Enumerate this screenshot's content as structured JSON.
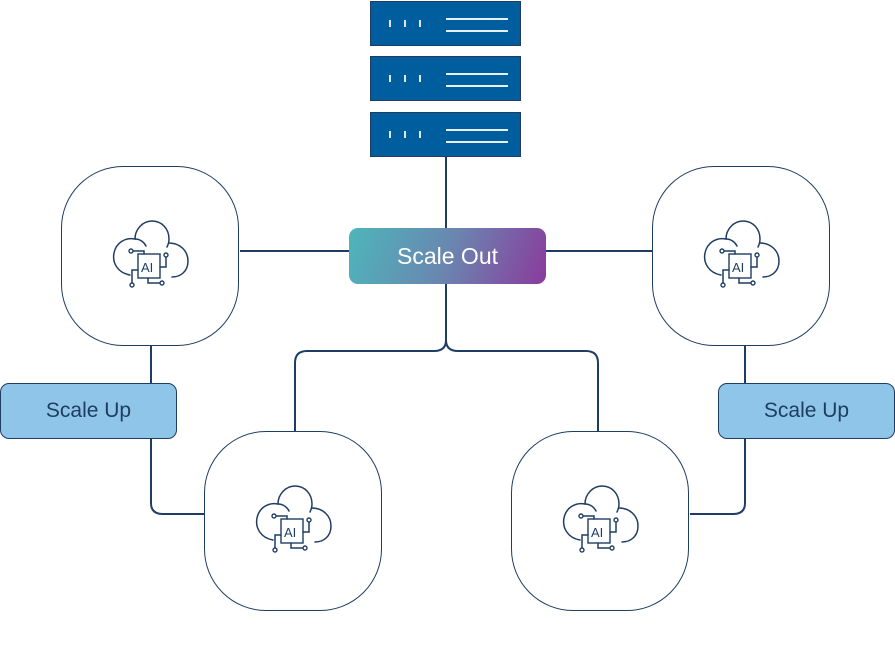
{
  "diagram": {
    "title": "",
    "servers": [
      {
        "name": "server-1",
        "indicator_count": 3,
        "line_count": 2
      },
      {
        "name": "server-2",
        "indicator_count": 3,
        "line_count": 2
      },
      {
        "name": "server-3",
        "indicator_count": 3,
        "line_count": 2
      }
    ],
    "scale_out": {
      "label": "Scale Out"
    },
    "scale_up": [
      {
        "label": "Scale Up",
        "side": "left"
      },
      {
        "label": "Scale Up",
        "side": "right"
      }
    ],
    "nodes": [
      {
        "id": "top-left",
        "icon": "cloud-ai-icon",
        "icon_text": "AI"
      },
      {
        "id": "top-right",
        "icon": "cloud-ai-icon",
        "icon_text": "AI"
      },
      {
        "id": "bottom-left",
        "icon": "cloud-ai-icon",
        "icon_text": "AI"
      },
      {
        "id": "bottom-right",
        "icon": "cloud-ai-icon",
        "icon_text": "AI"
      }
    ],
    "connections": [
      {
        "from": "server-stack",
        "to": "scale-out"
      },
      {
        "from": "scale-out",
        "to": "top-left"
      },
      {
        "from": "scale-out",
        "to": "top-right"
      },
      {
        "from": "scale-out",
        "to": "bottom-left"
      },
      {
        "from": "scale-out",
        "to": "bottom-right"
      },
      {
        "from": "top-left",
        "to": "scale-up-left"
      },
      {
        "from": "scale-up-left",
        "to": "bottom-left"
      },
      {
        "from": "top-right",
        "to": "scale-up-right"
      },
      {
        "from": "scale-up-right",
        "to": "bottom-right"
      }
    ],
    "colors": {
      "line": "#1f3d63",
      "server_fill": "#005e9e",
      "scale_up_fill": "#8ec5e8",
      "scale_out_gradient_start": "#4db6bb",
      "scale_out_gradient_end": "#8a3b9c"
    }
  }
}
